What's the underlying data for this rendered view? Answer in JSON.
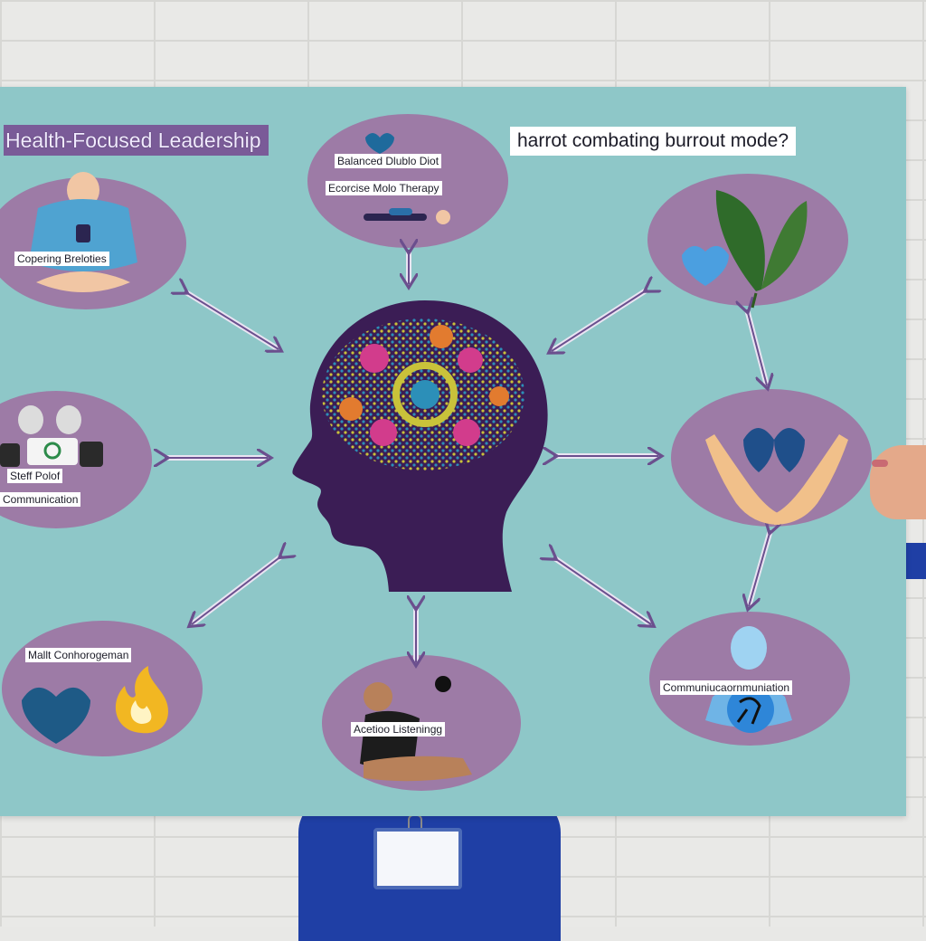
{
  "poster": {
    "title": "Health-Focused Leadership",
    "subtitle": "harrot combating burrout mode?",
    "nodes": [
      {
        "label": "Balanced Dlublo Diot"
      },
      {
        "label": "Ecorcise Molo Therapy"
      },
      {
        "label": "Copering Breloties"
      },
      {
        "label": "Steff Polof"
      },
      {
        "label": "Communication"
      },
      {
        "label": "Mallt Conhorogeman"
      },
      {
        "label": "Acetioo Listeningg"
      },
      {
        "label": "Communiucaornmuniation"
      }
    ]
  },
  "colors": {
    "board": "#8ec7c8",
    "ellipse": "#9d7ba6",
    "head": "#3b1d55",
    "arrow": "#7a5a9e",
    "title_bg": "#7a5b98"
  }
}
